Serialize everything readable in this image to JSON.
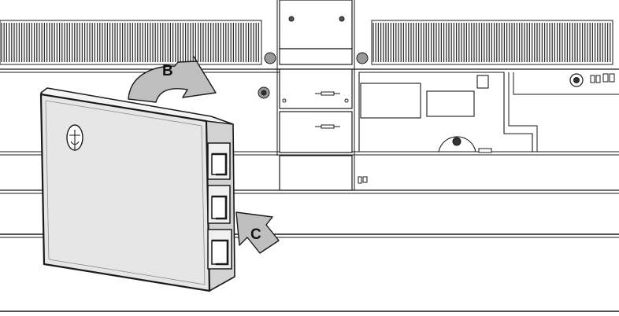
{
  "labels": {
    "rotation_arrow": "B",
    "insertion_arrow": "C"
  },
  "colors": {
    "line": "#1a1a1a",
    "arrow_fill": "#bfbfbf",
    "module_fill": "#e6e6e6",
    "panel_fill": "#ffffff"
  },
  "icons": {
    "vent_left": "vent-grille",
    "vent_right": "vent-grille",
    "ports": "rj45-port"
  }
}
